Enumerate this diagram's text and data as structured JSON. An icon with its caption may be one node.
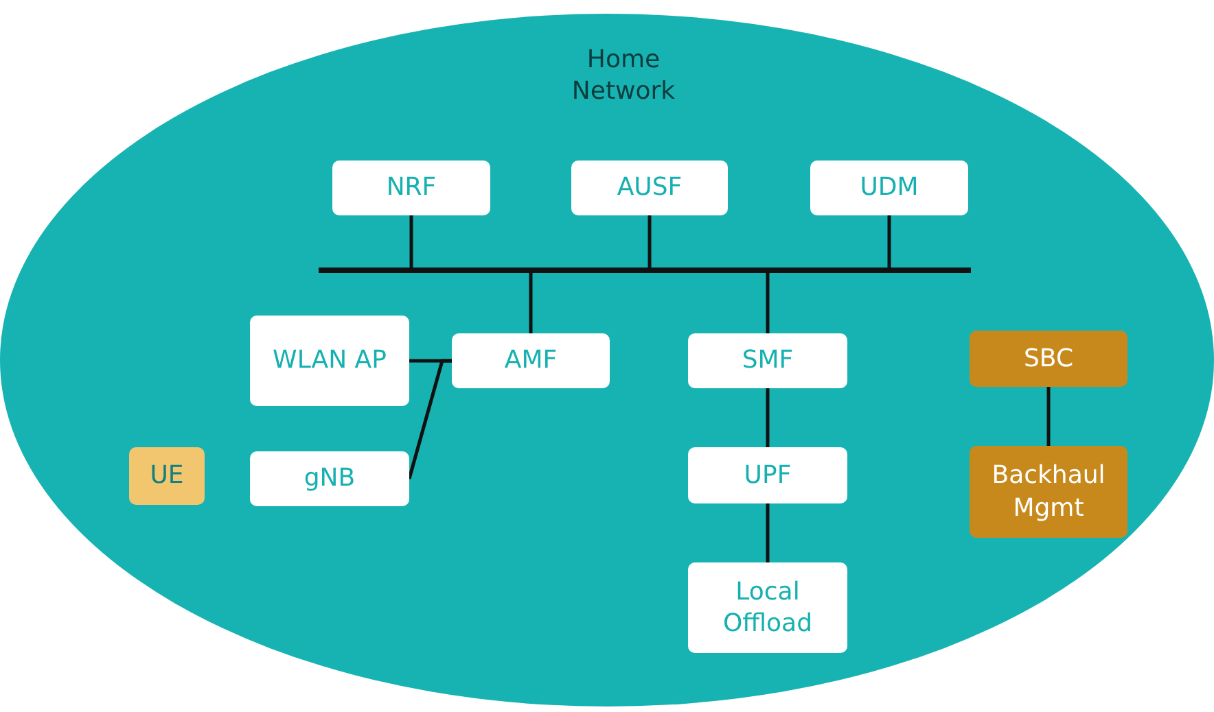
{
  "diagram": {
    "nodes": [
      {
        "text": [
          "Home Network"
        ]
      },
      {
        "text": [
          "NRF"
        ],
        "in": 0
      },
      {
        "text": [
          "AUSF"
        ],
        "in": 0
      },
      {
        "text": [
          "UDM"
        ],
        "in": 0
      },
      {
        "text": [],
        "shape": "bar",
        "in": 0
      },
      {
        "text": [
          "WLAN AP"
        ],
        "in": 0
      },
      {
        "text": [
          "AMF"
        ],
        "in": 0
      },
      {
        "text": [
          "SMF"
        ],
        "in": 0
      },
      {
        "text": [
          "SBC"
        ],
        "in": 0
      },
      {
        "text": [
          "UE"
        ],
        "in": 0
      },
      {
        "text": [
          "gNB"
        ],
        "in": 0
      },
      {
        "text": [
          "UPF"
        ],
        "in": 0
      },
      {
        "text": [
          "Backhaul Mgmt"
        ],
        "in": 0
      },
      {
        "text": [
          "Local Offload"
        ],
        "in": 0
      }
    ],
    "edges": [
      {
        "from": 1,
        "to": 4,
        "arrow": "none"
      },
      {
        "from": 2,
        "to": 4,
        "arrow": "none"
      },
      {
        "from": 3,
        "to": 4,
        "arrow": "none"
      },
      {
        "from": 6,
        "to": 4,
        "arrow": "none"
      },
      {
        "from": 7,
        "to": 4,
        "arrow": "none"
      },
      {
        "from": 5,
        "to": 6,
        "arrow": "none"
      },
      {
        "from": 10,
        "to": 6,
        "arrow": "none"
      },
      {
        "from": 7,
        "to": 11,
        "arrow": "none"
      },
      {
        "from": 11,
        "to": 13,
        "arrow": "none"
      },
      {
        "from": 8,
        "to": 12,
        "arrow": "none"
      }
    ]
  }
}
